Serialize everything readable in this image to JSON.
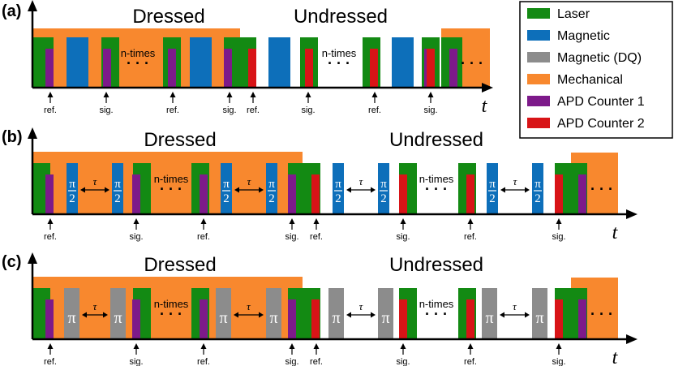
{
  "colors": {
    "laser": "#138a13",
    "magnetic": "#0d6fba",
    "magnetic_dq": "#8c8c8c",
    "mechanical": "#f8882e",
    "apd1": "#7d1a8a",
    "apd2": "#d81417"
  },
  "legend": [
    {
      "key": "laser",
      "label": "Laser"
    },
    {
      "key": "magnetic",
      "label": "Magnetic"
    },
    {
      "key": "magnetic_dq",
      "label": "Magnetic (DQ)"
    },
    {
      "key": "mechanical",
      "label": "Mechanical"
    },
    {
      "key": "apd1",
      "label": "APD Counter 1"
    },
    {
      "key": "apd2",
      "label": "APD Counter 2"
    }
  ],
  "panels": [
    {
      "label": "(a)",
      "dressed": "Dressed",
      "undressed": "Undressed",
      "axis": "t",
      "ntimes": "n-times",
      "ellipsis": "· · ·"
    },
    {
      "label": "(b)",
      "dressed": "Dressed",
      "undressed": "Undressed",
      "axis": "t",
      "ntimes": "n-times",
      "ellipsis": "· · ·",
      "pi_half_num": "π",
      "pi_half_den": "2",
      "tau": "τ"
    },
    {
      "label": "(c)",
      "dressed": "Dressed",
      "undressed": "Undressed",
      "axis": "t",
      "ntimes": "n-times",
      "ellipsis": "· · ·",
      "pi": "π",
      "tau": "τ"
    }
  ],
  "markers": {
    "ref": "ref.",
    "sig": "sig."
  }
}
